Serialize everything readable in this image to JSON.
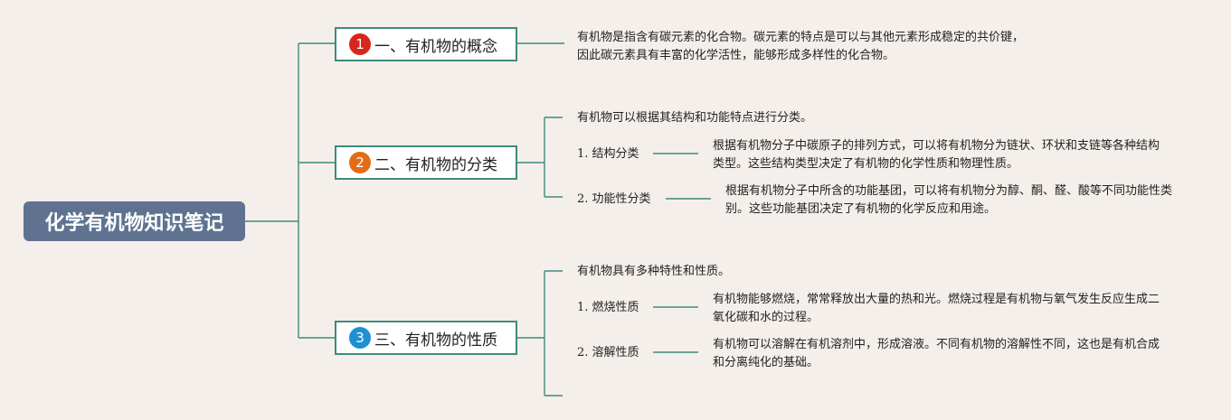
{
  "root": {
    "title": "化学有机物知识笔记"
  },
  "branches": [
    {
      "number": "1",
      "color": "#d7261e",
      "label": "一、有机物的概念",
      "note": "有机物是指含有碳元素的化合物。碳元素的特点是可以与其他元素形成稳定的共价键，因此碳元素具有丰富的化学活性，能够形成多样性的化合物。"
    },
    {
      "number": "2",
      "color": "#e36c16",
      "label": "二、有机物的分类",
      "intro": "有机物可以根据其结构和功能特点进行分类。",
      "subs": [
        {
          "label": "1. 结构分类",
          "text": "根据有机物分子中碳原子的排列方式，可以将有机物分为链状、环状和支链等各种结构类型。这些结构类型决定了有机物的化学性质和物理性质。"
        },
        {
          "label": "2. 功能性分类",
          "text": "根据有机物分子中所含的功能基团，可以将有机物分为醇、酮、醛、酸等不同功能性类别。这些功能基团决定了有机物的化学反应和用途。"
        }
      ]
    },
    {
      "number": "3",
      "color": "#1e90d2",
      "label": "三、有机物的性质",
      "intro": "有机物具有多种特性和性质。",
      "subs": [
        {
          "label": "1. 燃烧性质",
          "text": "有机物能够燃烧，常常释放出大量的热和光。燃烧过程是有机物与氧气发生反应生成二氧化碳和水的过程。"
        },
        {
          "label": "2. 溶解性质",
          "text": "有机物可以溶解在有机溶剂中，形成溶液。不同有机物的溶解性不同，这也是有机合成和分离纯化的基础。"
        }
      ]
    }
  ]
}
